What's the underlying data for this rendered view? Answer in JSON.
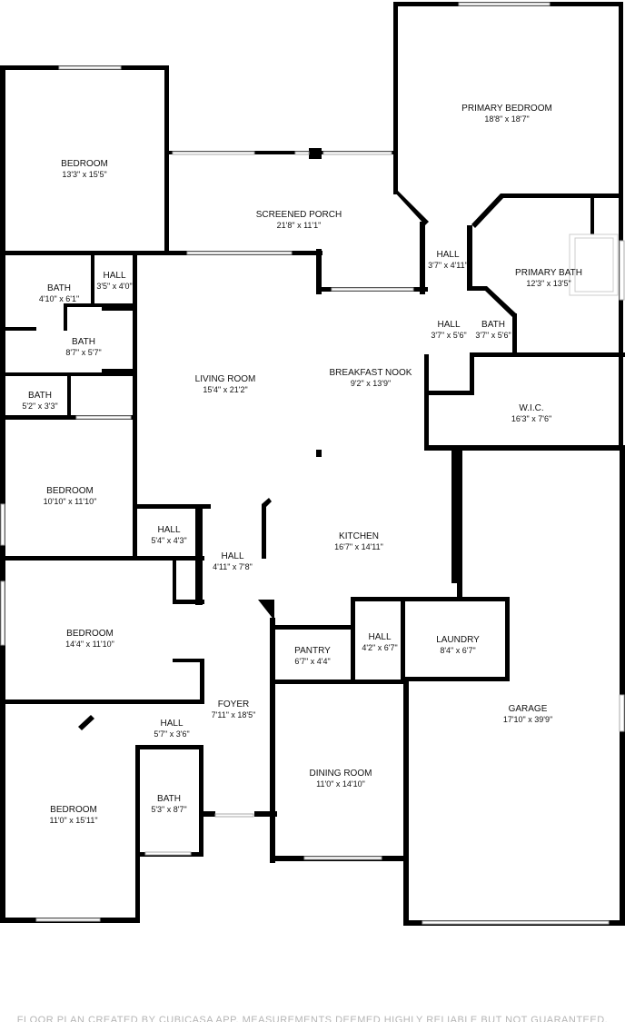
{
  "rooms": [
    {
      "id": "primary-bedroom",
      "name": "PRIMARY BEDROOM",
      "dims": "18'8\" x 18'7\""
    },
    {
      "id": "bedroom-1",
      "name": "BEDROOM",
      "dims": "13'3\" x 15'5\""
    },
    {
      "id": "screened-porch",
      "name": "SCREENED PORCH",
      "dims": "21'8\" x 11'1\""
    },
    {
      "id": "hall-1",
      "name": "HALL",
      "dims": "3'7\" x 4'11\""
    },
    {
      "id": "primary-bath",
      "name": "PRIMARY BATH",
      "dims": "12'3\" x 13'5\""
    },
    {
      "id": "bath-1",
      "name": "BATH",
      "dims": "4'10\" x 6'1\""
    },
    {
      "id": "hall-2",
      "name": "HALL",
      "dims": "3'5\" x 4'0\""
    },
    {
      "id": "bath-2",
      "name": "BATH",
      "dims": "8'7\" x 5'7\""
    },
    {
      "id": "hall-3",
      "name": "HALL",
      "dims": "3'7\" x 5'6\""
    },
    {
      "id": "bath-3",
      "name": "BATH",
      "dims": "3'7\" x 5'6\""
    },
    {
      "id": "living-room",
      "name": "LIVING ROOM",
      "dims": "15'4\" x 21'2\""
    },
    {
      "id": "breakfast-nook",
      "name": "BREAKFAST NOOK",
      "dims": "9'2\" x 13'9\""
    },
    {
      "id": "bath-4",
      "name": "BATH",
      "dims": "5'2\" x 3'3\""
    },
    {
      "id": "wic",
      "name": "W.I.C.",
      "dims": "16'3\" x 7'6\""
    },
    {
      "id": "bedroom-2",
      "name": "BEDROOM",
      "dims": "10'10\" x 11'10\""
    },
    {
      "id": "hall-4",
      "name": "HALL",
      "dims": "5'4\" x 4'3\""
    },
    {
      "id": "kitchen",
      "name": "KITCHEN",
      "dims": "16'7\" x 14'11\""
    },
    {
      "id": "hall-5",
      "name": "HALL",
      "dims": "4'11\" x 7'8\""
    },
    {
      "id": "bedroom-3",
      "name": "BEDROOM",
      "dims": "14'4\" x 11'10\""
    },
    {
      "id": "hall-6",
      "name": "HALL",
      "dims": "4'2\" x 6'7\""
    },
    {
      "id": "laundry",
      "name": "LAUNDRY",
      "dims": "8'4\" x 6'7\""
    },
    {
      "id": "pantry",
      "name": "PANTRY",
      "dims": "6'7\" x 4'4\""
    },
    {
      "id": "foyer",
      "name": "FOYER",
      "dims": "7'11\" x 18'5\""
    },
    {
      "id": "garage",
      "name": "GARAGE",
      "dims": "17'10\" x 39'9\""
    },
    {
      "id": "hall-7",
      "name": "HALL",
      "dims": "5'7\" x 3'6\""
    },
    {
      "id": "dining-room",
      "name": "DINING ROOM",
      "dims": "11'0\" x 14'10\""
    },
    {
      "id": "bedroom-4",
      "name": "BEDROOM",
      "dims": "11'0\" x 15'11\""
    },
    {
      "id": "bath-5",
      "name": "BATH",
      "dims": "5'3\" x 8'7\""
    }
  ],
  "footer_text": "FLOOR PLAN CREATED BY CUBICASA APP. MEASUREMENTS DEEMED HIGHLY RELIABLE BUT NOT GUARANTEED."
}
